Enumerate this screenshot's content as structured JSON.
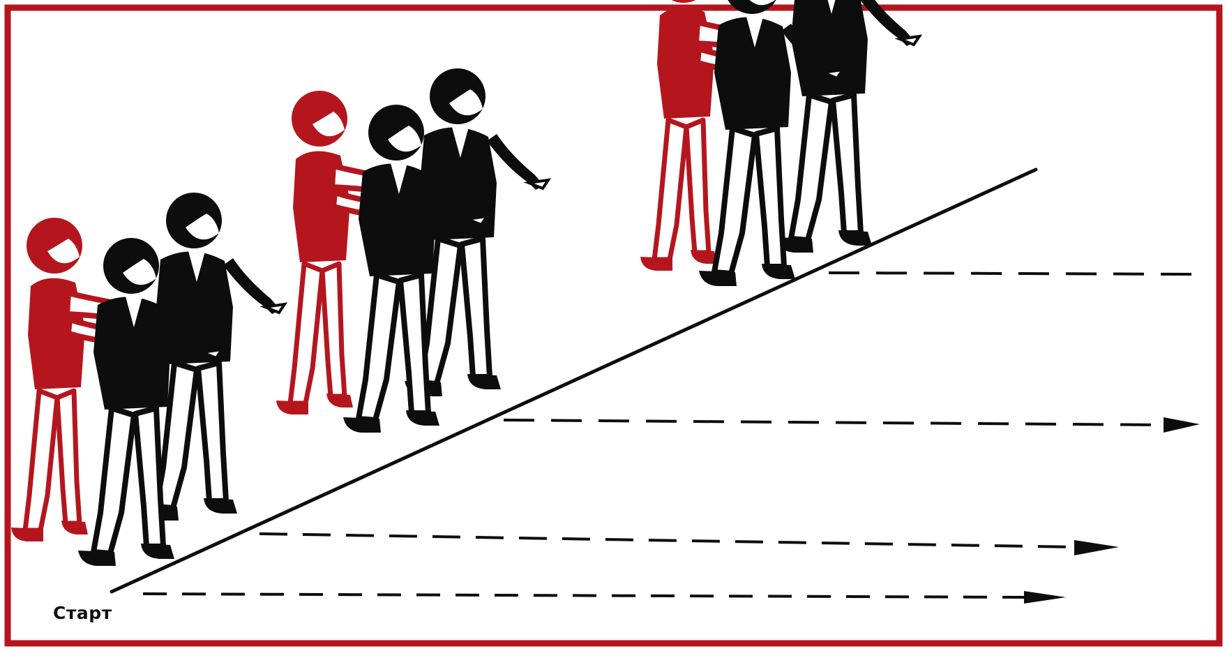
{
  "diagram": {
    "start_label": "Старт",
    "colors": {
      "frame": "#b5161e",
      "leader": "#b5161e",
      "follower": "#0d0d0d",
      "line": "#0d0d0d",
      "background": "#ffffff"
    },
    "groups": [
      {
        "members": [
          "leader",
          "follower",
          "follower"
        ]
      },
      {
        "members": [
          "leader",
          "follower",
          "follower"
        ]
      },
      {
        "members": [
          "leader",
          "follower",
          "follower"
        ]
      }
    ],
    "lanes": 4,
    "arrows": [
      "lane-1-arrow",
      "lane-2-arrow",
      "lane-3-arrow",
      "lane-4-arrow"
    ]
  }
}
